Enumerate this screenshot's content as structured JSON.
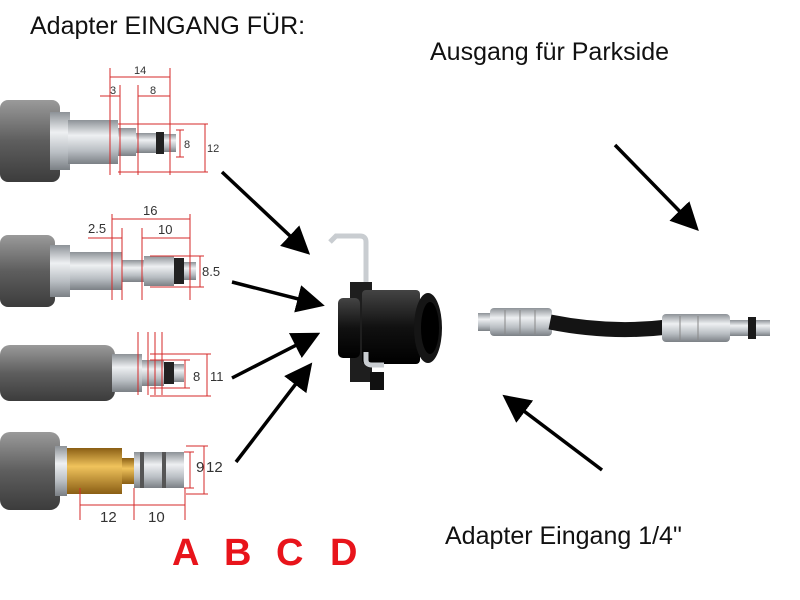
{
  "headings": {
    "input_title": "Adapter EINGANG FÜR:",
    "output_title": "Ausgang für Parkside",
    "input_quarter": "Adapter Eingang 1/4\""
  },
  "letters": [
    "A",
    "B",
    "C",
    "D"
  ],
  "dimensions": {
    "a": [
      "14",
      "3",
      "8",
      "8",
      "12"
    ],
    "b": [
      "16",
      "2.5",
      "10",
      "8.5"
    ],
    "c": [
      "8",
      "11"
    ],
    "d": [
      "9",
      "12",
      "12",
      "10"
    ]
  },
  "colors": {
    "letter_red": "#e8141b",
    "dim_red": "#d42a2a",
    "hose_gray": "#6b6b6b",
    "metal": "#c8ccd0",
    "brass": "#c9962c",
    "adapter_black": "#1a1a1a"
  }
}
